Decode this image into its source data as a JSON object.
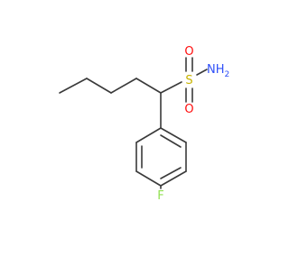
{
  "molecule": {
    "atoms": {
      "sulfur": "S",
      "oxygen_top": "O",
      "oxygen_bottom": "O",
      "amine": "NH",
      "amine_subscript": "2",
      "fluorine": "F"
    },
    "colors": {
      "bond": "#3a3a3a",
      "sulfur": "#c8b400",
      "oxygen": "#ff0d0d",
      "nitrogen": "#3050f8",
      "fluorine": "#90e050"
    }
  }
}
